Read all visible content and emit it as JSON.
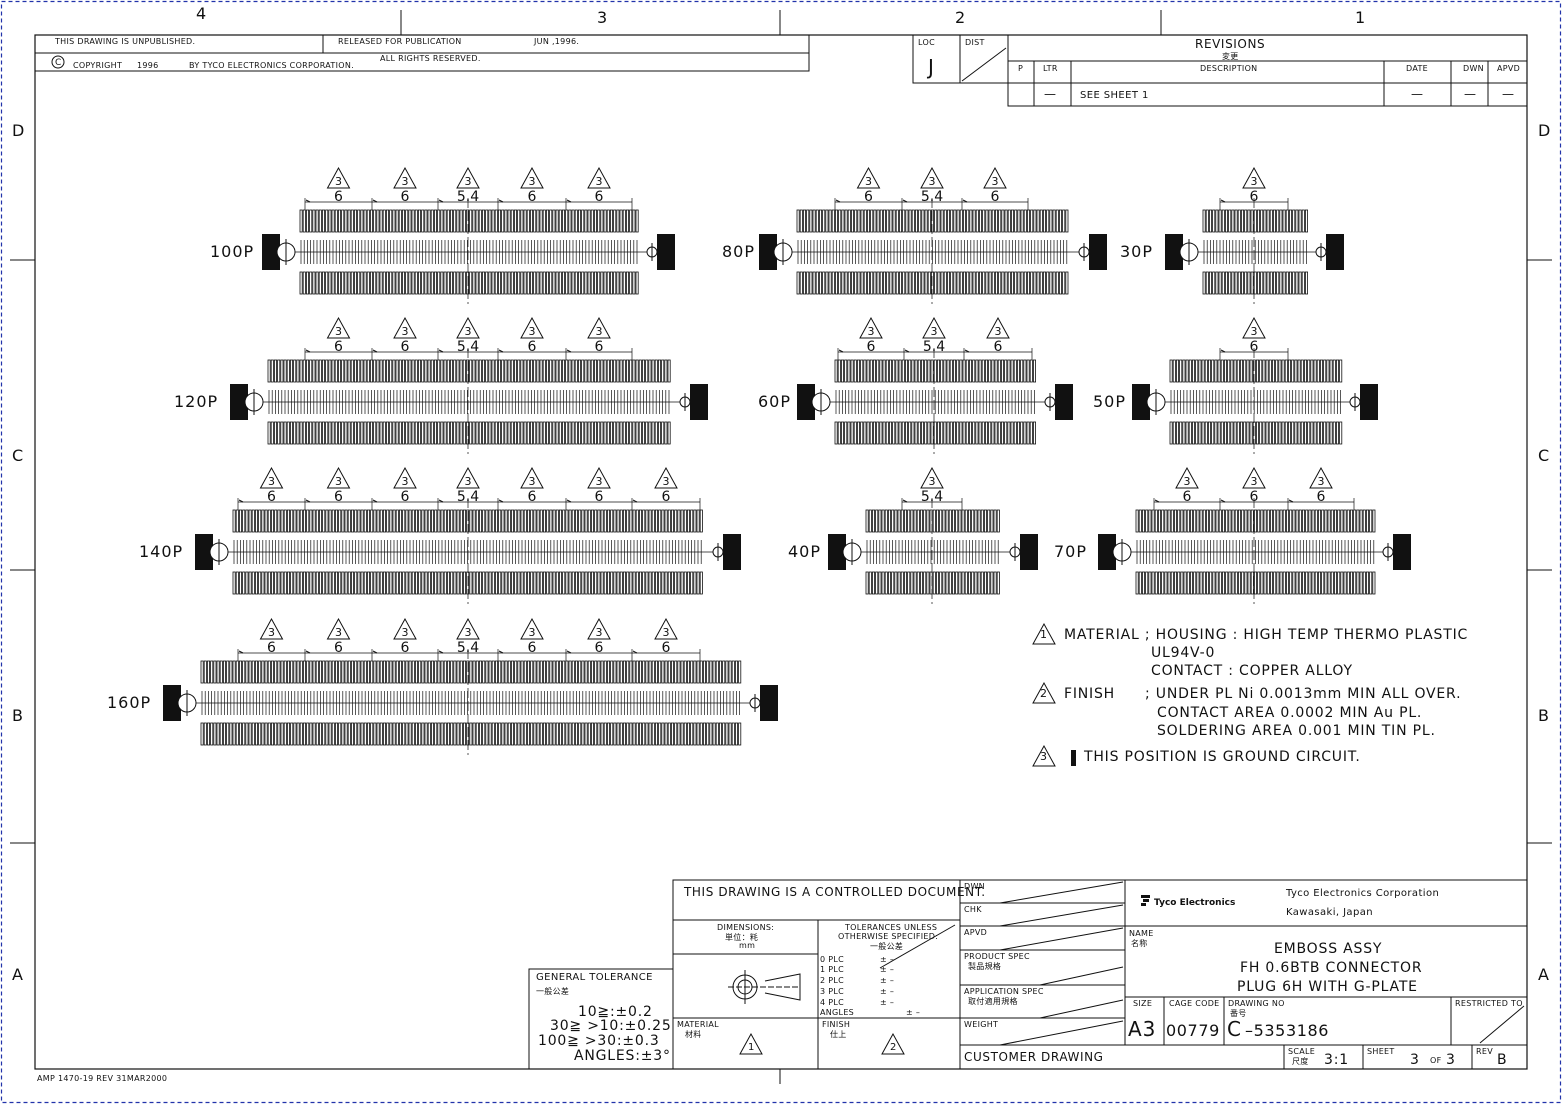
{
  "border": {
    "columns": [
      "4",
      "3",
      "2",
      "1"
    ],
    "rows": [
      "D",
      "C",
      "B",
      "A"
    ]
  },
  "header": {
    "unpublished": "THIS DRAWING IS UNPUBLISHED.",
    "released_label": "RELEASED FOR PUBLICATION",
    "released_date": "JUN ,1996.",
    "copyright": "COPYRIGHT",
    "copyright_year": "1996",
    "copyright_by": "BY TYCO ELECTRONICS CORPORATION.",
    "rights": "ALL RIGHTS RESERVED.",
    "loc_label": "LOC",
    "loc_value": "J",
    "dist_label": "DIST"
  },
  "revisions": {
    "title": "REVISIONS",
    "title_jp": "変更",
    "col_p": "P",
    "col_ltr": "LTR",
    "col_desc": "DESCRIPTION",
    "col_date": "DATE",
    "col_dwn": "DWN",
    "col_apvd": "APVD",
    "row_ltr": "—",
    "row_desc": "SEE SHEET 1",
    "row_date": "—",
    "row_dwn": "—",
    "row_apvd": "—"
  },
  "connectors": [
    {
      "label": "100P",
      "dims": [
        "6",
        "6",
        "5.4",
        "6",
        "6"
      ]
    },
    {
      "label": "80P",
      "dims": [
        "6",
        "5.4",
        "6"
      ]
    },
    {
      "label": "30P",
      "dims": [
        "6"
      ]
    },
    {
      "label": "120P",
      "dims": [
        "6",
        "6",
        "5.4",
        "6",
        "6"
      ]
    },
    {
      "label": "60P",
      "dims": [
        "6",
        "5.4",
        "6"
      ]
    },
    {
      "label": "50P",
      "dims": [
        "6"
      ]
    },
    {
      "label": "140P",
      "dims": [
        "6",
        "6",
        "6",
        "5.4",
        "6",
        "6",
        "6"
      ]
    },
    {
      "label": "40P",
      "dims": [
        "5.4"
      ]
    },
    {
      "label": "70P",
      "dims": [
        "6",
        "6",
        "6"
      ]
    },
    {
      "label": "160P",
      "dims": [
        "6",
        "6",
        "6",
        "5.4",
        "6",
        "6",
        "6"
      ]
    }
  ],
  "delta_marker": "3",
  "notes": {
    "n1_num": "1",
    "n1_line1": "MATERIAL ; HOUSING : HIGH TEMP THERMO PLASTIC",
    "n1_line2": "UL94V-0",
    "n1_line3": "CONTACT : COPPER ALLOY",
    "n2_num": "2",
    "n2_label": "FINISH",
    "n2_line1": "; UNDER PL Ni 0.0013mm MIN ALL OVER.",
    "n2_line2": "CONTACT AREA 0.0002 MIN Au PL.",
    "n2_line3": "SOLDERING AREA 0.001 MIN TIN PL.",
    "n3_num": "3",
    "n3_line": "THIS POSITION IS GROUND CIRCUIT."
  },
  "general_tolerance": {
    "title": "GENERAL TOLERANCE",
    "title_jp": "一般公差",
    "l1": "10≧:±0.2",
    "l2": "30≧ >10:±0.25",
    "l3": "100≧ >30:±0.3",
    "l4": "ANGLES:±3°"
  },
  "title_block": {
    "controlled": "THIS DRAWING IS A CONTROLLED DOCUMENT.",
    "dimensions": "DIMENSIONS:",
    "dimensions_jp": "単位：粍",
    "dimensions_unit": "mm",
    "tol_title1": "TOLERANCES UNLESS",
    "tol_title2": "OTHERWISE SPECIFIED:",
    "tol_jp": "一般公差",
    "plc0": "0 PLC",
    "plc1": "1 PLC",
    "plc2": "2 PLC",
    "plc3": "3 PLC",
    "plc4": "4 PLC",
    "angles": "ANGLES",
    "pm": "± –",
    "material": "MATERIAL",
    "material_jp": "材料",
    "material_mark": "1",
    "finish": "FINISH",
    "finish_jp": "仕上",
    "finish_mark": "2",
    "dwn": "DWN",
    "chk": "CHK",
    "apvd": "APVD",
    "product_spec": "PRODUCT SPEC",
    "product_spec_jp": "製品規格",
    "application_spec": "APPLICATION SPEC",
    "application_spec_jp": "取付適用規格",
    "weight": "WEIGHT",
    "customer_drawing": "CUSTOMER DRAWING",
    "logo": "Tyco Electronics",
    "company": "Tyco Electronics Corporation",
    "location": "Kawasaki, Japan",
    "name_label": "NAME",
    "name_jp": "名称",
    "name1": "EMBOSS ASSY",
    "name2": "FH 0.6BTB CONNECTOR",
    "name3": "PLUG 6H WITH G-PLATE",
    "size_label": "SIZE",
    "size": "A3",
    "cage_label": "CAGE CODE",
    "cage": "00779",
    "dwg_label": "DRAWING NO",
    "dwg_jp": "番号",
    "dwg_prefix": "C",
    "dwg_no": "–5353186",
    "restricted": "RESTRICTED TO",
    "scale_label": "SCALE",
    "scale_jp": "尺度",
    "scale": "3:1",
    "sheet_label": "SHEET",
    "sheet": "3",
    "sheet_of": "OF",
    "sheet_total": "3",
    "rev_label": "REV",
    "rev": "B"
  },
  "footer": "AMP 1470-19 REV 31MAR2000"
}
